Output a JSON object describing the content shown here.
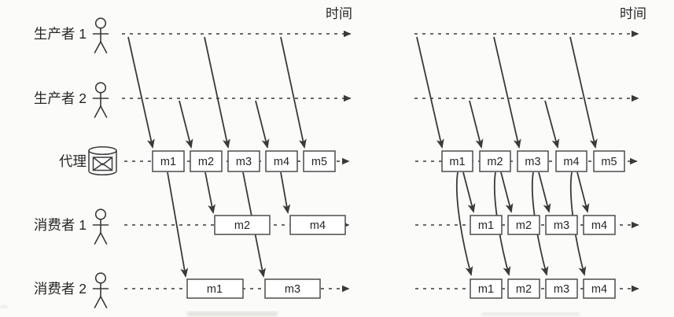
{
  "canvas": {
    "background": "#fbfbf9",
    "line_color": "#3a3a3a",
    "box_border": "#4d4d4d",
    "box_fill": "#ffffff",
    "text_color": "#262626"
  },
  "rows": [
    {
      "id": "producer1",
      "label": "生产者 1",
      "icon": "person"
    },
    {
      "id": "producer2",
      "label": "生产者 2",
      "icon": "person"
    },
    {
      "id": "broker",
      "label": "代理",
      "icon": "message-queue-cylinder"
    },
    {
      "id": "consumer1",
      "label": "消费者 1",
      "icon": "person"
    },
    {
      "id": "consumer2",
      "label": "消费者 2",
      "icon": "person"
    }
  ],
  "left_diagram": {
    "time_label": "时间",
    "broker_row": [
      "m1",
      "m2",
      "m3",
      "m4",
      "m5"
    ],
    "consumer1_row": [
      "m2",
      "m4"
    ],
    "consumer2_row": [
      "m1",
      "m3"
    ],
    "producer1_sends": [
      "m1",
      "m3",
      "m5"
    ],
    "producer2_sends": [
      "m2",
      "m4"
    ],
    "deliveries": [
      {
        "message": "m1",
        "to": "consumer2"
      },
      {
        "message": "m2",
        "to": "consumer1"
      },
      {
        "message": "m3",
        "to": "consumer2"
      },
      {
        "message": "m4",
        "to": "consumer1"
      }
    ]
  },
  "right_diagram": {
    "time_label": "时间",
    "broker_row": [
      "m1",
      "m2",
      "m3",
      "m4",
      "m5"
    ],
    "consumer1_row": [
      "m1",
      "m2",
      "m3",
      "m4"
    ],
    "consumer2_row": [
      "m1",
      "m2",
      "m3",
      "m4"
    ],
    "producer1_sends": [
      "m1",
      "m3",
      "m5"
    ],
    "producer2_sends": [
      "m2",
      "m4"
    ],
    "deliveries": [
      {
        "message": "m1",
        "to": "consumer1 and consumer2"
      },
      {
        "message": "m2",
        "to": "consumer1 and consumer2"
      },
      {
        "message": "m3",
        "to": "consumer1 and consumer2"
      },
      {
        "message": "m4",
        "to": "consumer1 and consumer2"
      }
    ]
  }
}
